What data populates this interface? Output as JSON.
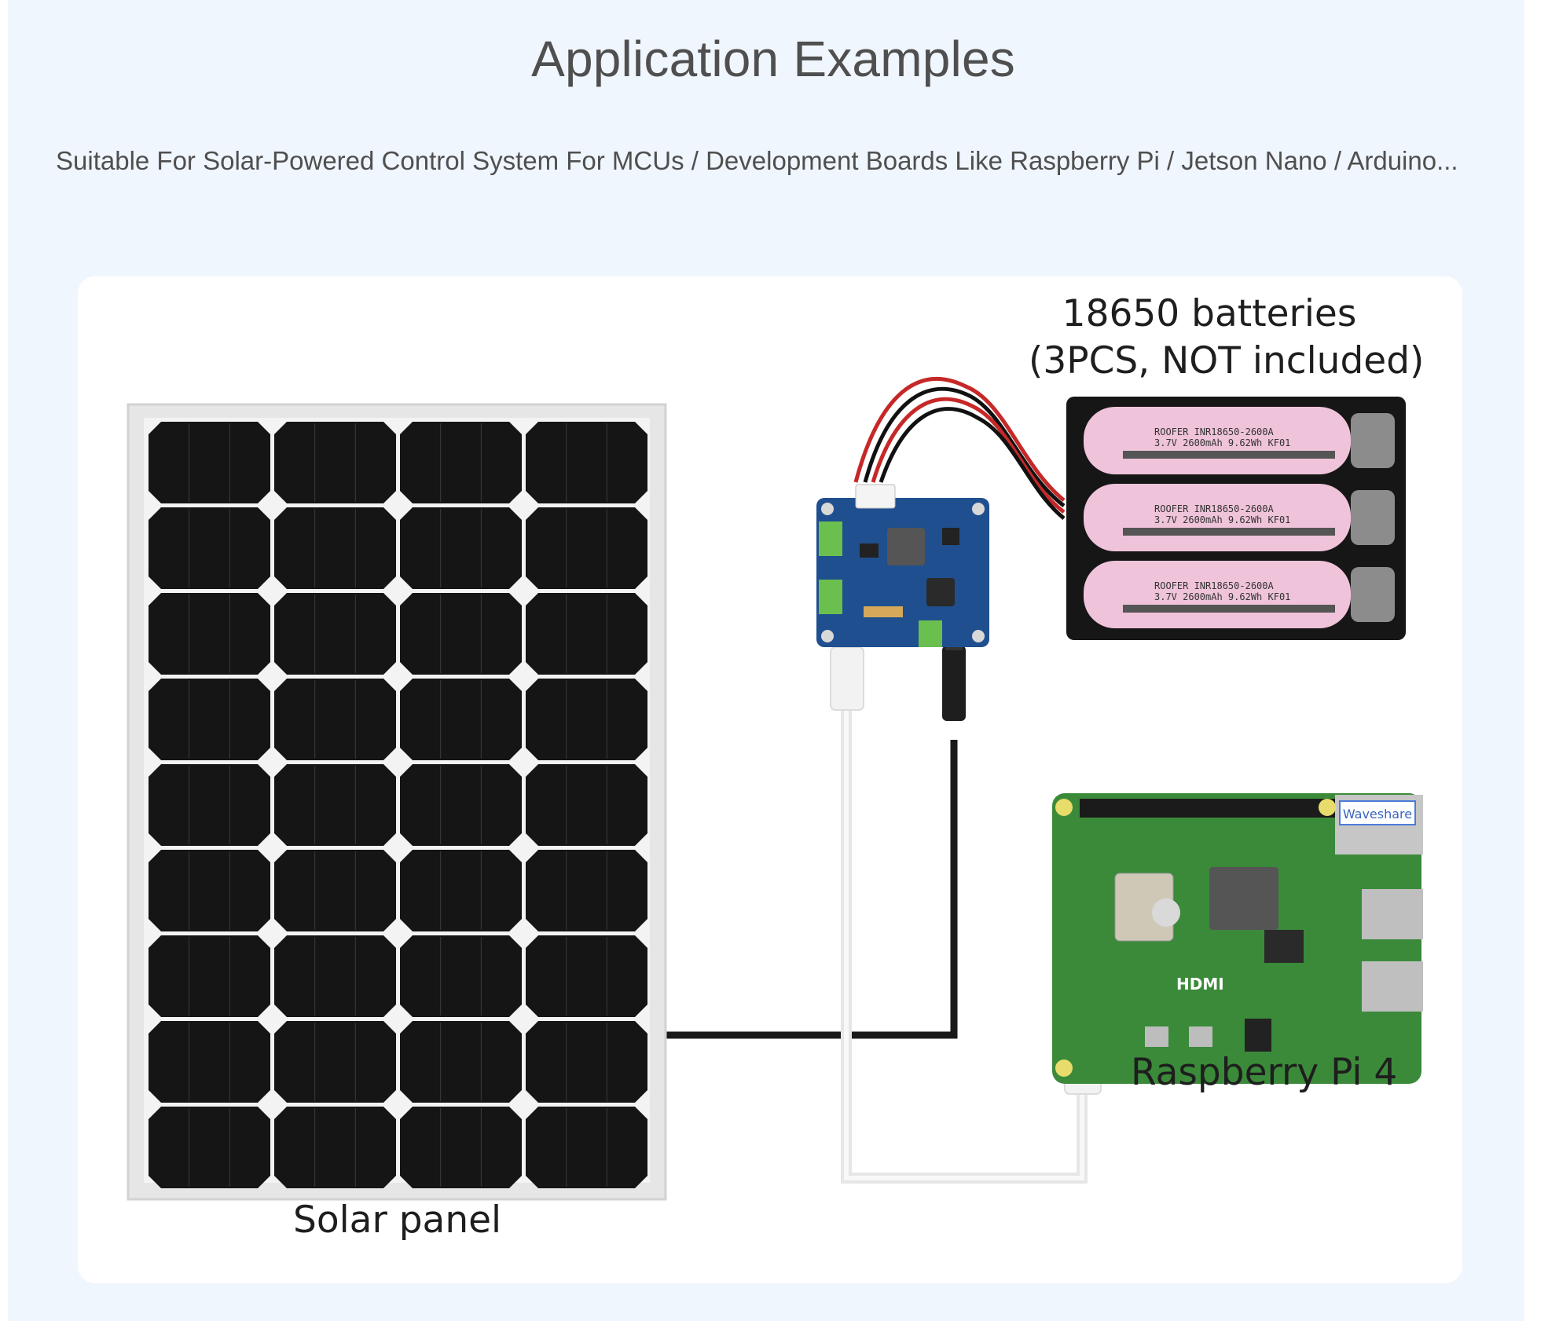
{
  "header": {
    "title": "Application Examples",
    "subtitle": "Suitable For Solar-Powered Control System For MCUs / Development Boards Like Raspberry Pi / Jetson Nano / Arduino..."
  },
  "diagram": {
    "batteries_label_line1": "18650 batteries",
    "batteries_label_line2": "(3PCS, NOT included)",
    "raspberry_pi_label": "Raspberry Pi 4",
    "solar_panel_label": "Solar panel",
    "battery_print_line1": "ROOFER   INR18650-2600A",
    "battery_print_line2": "3.7V 2600mAh 9.62Wh KF01",
    "pi_brand_text": "Waveshare",
    "pi_hdmi_text": "HDMI",
    "colors": {
      "solar_cell": "#141414",
      "solar_frame": "#e4e4e4",
      "battery_pink": "#efc3da",
      "pcb_blue": "#1e4d8c",
      "pcb_green": "#3d8a3a",
      "cable_white": "#e8e8e8",
      "cable_black": "#1a1a1a"
    }
  }
}
